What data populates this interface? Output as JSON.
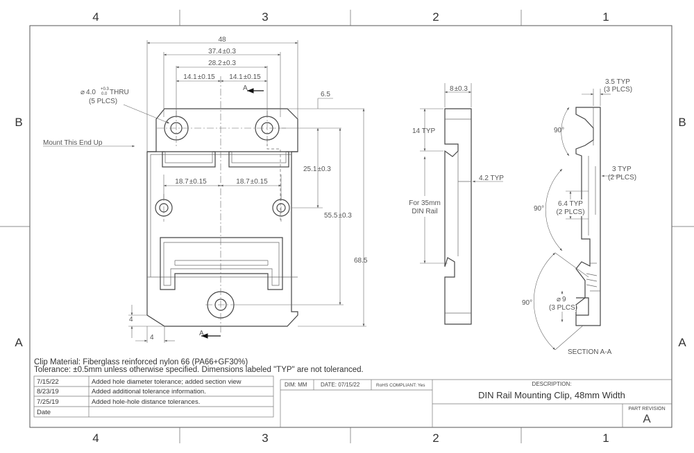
{
  "zones": {
    "top": [
      "4",
      "3",
      "2",
      "1"
    ],
    "bottom": [
      "4",
      "3",
      "2",
      "1"
    ],
    "left": [
      "B",
      "A"
    ],
    "right": [
      "B",
      "A"
    ]
  },
  "views": {
    "front": {
      "overall_width": "48",
      "hole_span_1": "37.4",
      "hole_span_2": "28.2",
      "half_span_left": "14.1",
      "half_span_right": "14.1",
      "tol_03": "±0.3",
      "tol_015": "±0.15",
      "hole_callout_dia": "4.0",
      "hole_callout_tol_plus": "+0.3",
      "hole_callout_tol_minus": "0.0",
      "hole_callout_thru": "THRU",
      "hole_callout_qty": "(5 PLCS)",
      "mount_note": "Mount This End Up",
      "section_letter": "A",
      "mid_span_left": "18.7",
      "mid_span_right": "18.7",
      "top_offset": "6.5",
      "v_dim_1": "25.1",
      "v_dim_2": "55.5",
      "overall_height": "68.5",
      "corner_v": "4",
      "corner_h": "4"
    },
    "side": {
      "thickness": "8",
      "top_typ": "14 TYP",
      "lip_typ": "4.2 TYP",
      "rail_note_1": "For 35mm",
      "rail_note_2": "DIN Rail"
    },
    "section": {
      "top_typ": "3.5 TYP",
      "top_plcs": "(3 PLCS)",
      "mid_typ": "3 TYP",
      "mid_plcs": "(2 PLCS)",
      "cb_typ": "6.4 TYP",
      "cb_plcs": "(2 PLCS)",
      "dia_9": "9",
      "dia_9_plcs": "(3 PLCS)",
      "angle_1": "90°",
      "angle_2": "90°",
      "angle_3": "90°",
      "label": "SECTION A-A"
    }
  },
  "notes": {
    "material": "Clip Material: Fiberglass reinforced nylon 66 (PA66+GF30%)",
    "tolerance": "Tolerance: ±0.5mm unless otherwise specified. Dimensions labeled \"TYP\" are not toleranced."
  },
  "revisions": [
    {
      "date": "7/15/22",
      "desc": "Added hole diameter tolerance; added section view"
    },
    {
      "date": "8/23/19",
      "desc": "Added additional tolerance information."
    },
    {
      "date": "7/25/19",
      "desc": "Added hole-hole distance tolerances."
    },
    {
      "date": "Date",
      "desc": ""
    }
  ],
  "title_block": {
    "dim_unit": "DIM: MM",
    "date": "DATE: 07/15/22",
    "rohs": "RoHS COMPLIANT: Yes",
    "description_label": "DESCRIPTION:",
    "description": "DIN Rail Mounting Clip, 48mm Width",
    "part_revision_label": "PART REVISION",
    "part_revision": "A"
  }
}
